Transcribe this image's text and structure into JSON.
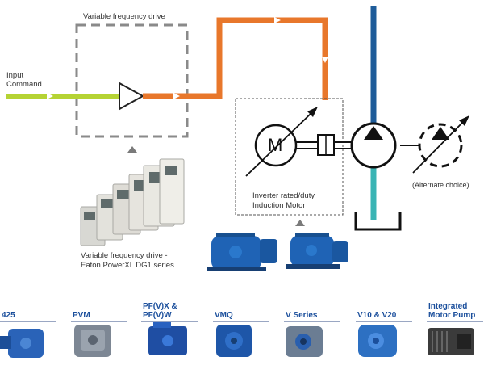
{
  "labels": {
    "vfd_title": "Variable frequency drive",
    "input_line1": "Input",
    "input_line2": "Command",
    "motor_symbol": "M",
    "motor_line1": "Inverter rated/duty",
    "motor_line2": "Induction Motor",
    "alternate": "(Alternate choice)",
    "eaton_line1": "Variable frequency drive -",
    "eaton_line2": "Eaton PowerXL DG1 series"
  },
  "products": [
    {
      "line1": "425",
      "line2": ""
    },
    {
      "line1": "PVM",
      "line2": ""
    },
    {
      "line1": "PF(V)X &",
      "line2": "PF(V)W"
    },
    {
      "line1": "VMQ",
      "line2": ""
    },
    {
      "line1": "V Series",
      "line2": ""
    },
    {
      "line1": "V10 & V20",
      "line2": ""
    },
    {
      "line1": "Integrated",
      "line2": "Motor Pump"
    }
  ],
  "colors": {
    "input_line": "#b5d334",
    "drive_line": "#e8772b",
    "pump_shaft": "#1e5c9a",
    "suction_line": "#3ab4b4",
    "product_label": "#1b4f9c",
    "equipment_blue": "#1f63b5"
  }
}
